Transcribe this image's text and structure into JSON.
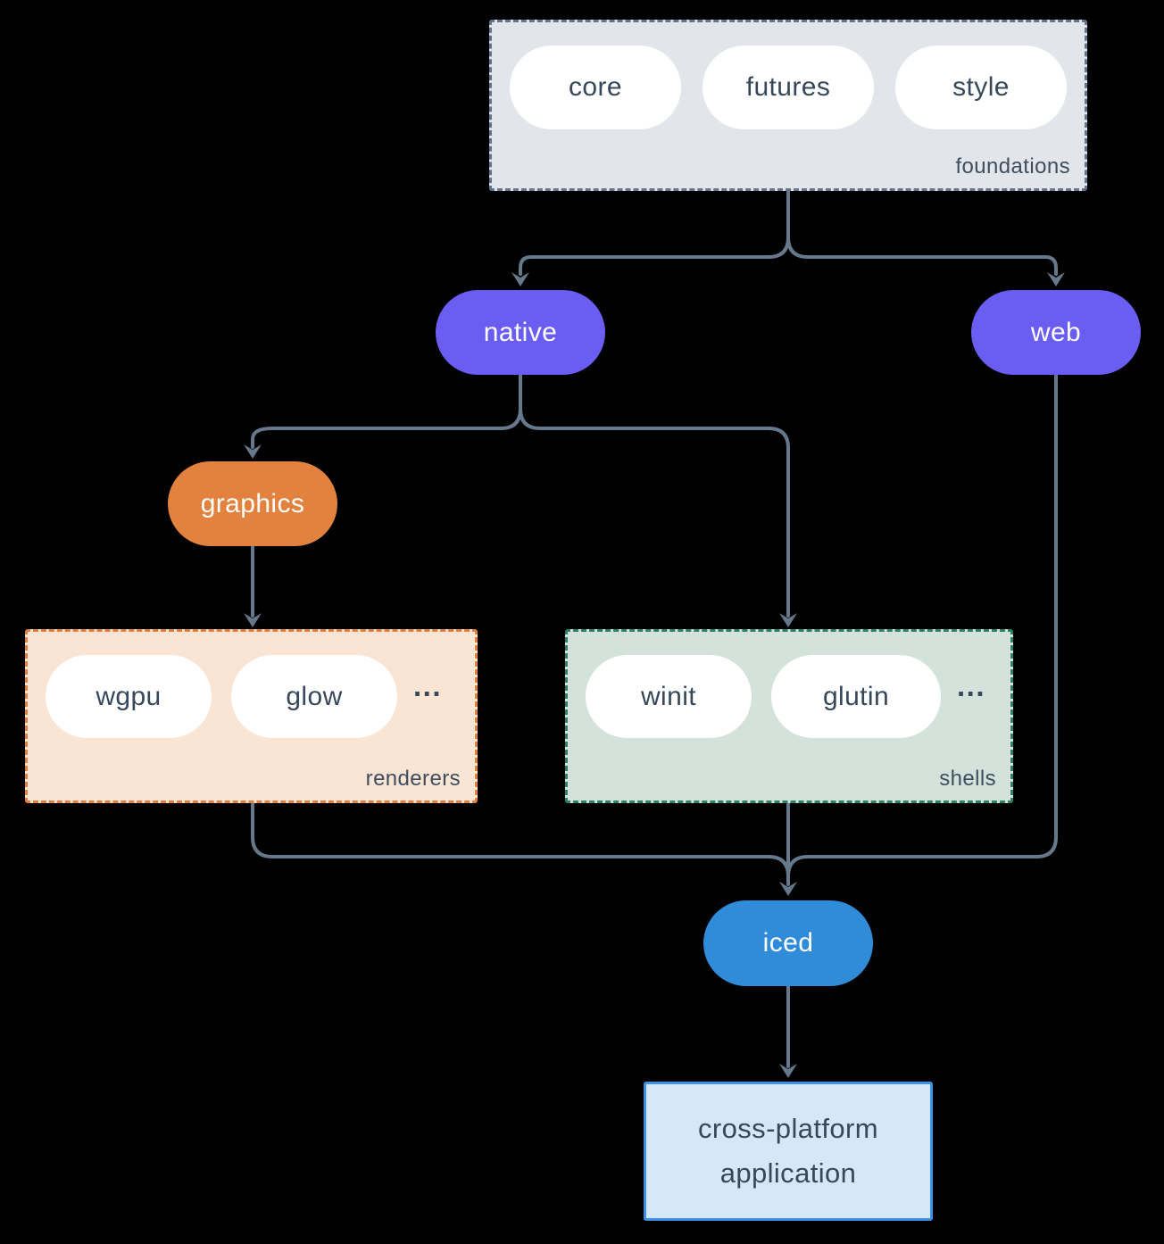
{
  "colors": {
    "background": "#000000",
    "connector": "#66788B",
    "foundations_fill": "#E2E6EA",
    "foundations_border": "#64748B",
    "node_purple": "#6A5DF1",
    "node_orange": "#E2823E",
    "node_blue": "#308BD8",
    "renderers_fill": "#FAE4D3",
    "renderers_border": "#E08140",
    "shells_fill": "#D3E2DB",
    "shells_border": "#2F8069",
    "app_fill": "#D6E8F8",
    "app_border": "#3E92E5",
    "pill_text": "#36485A",
    "label_text": "#3E4E5E",
    "node_text": "#FFFFFF"
  },
  "foundations": {
    "label": "foundations",
    "pills": [
      "core",
      "futures",
      "style"
    ]
  },
  "native": {
    "label": "native"
  },
  "web": {
    "label": "web"
  },
  "graphics": {
    "label": "graphics"
  },
  "renderers": {
    "label": "renderers",
    "pills": [
      "wgpu",
      "glow"
    ],
    "more": "..."
  },
  "shells": {
    "label": "shells",
    "pills": [
      "winit",
      "glutin"
    ],
    "more": "..."
  },
  "iced": {
    "label": "iced"
  },
  "application": {
    "line1": "cross-platform",
    "line2": "application"
  }
}
